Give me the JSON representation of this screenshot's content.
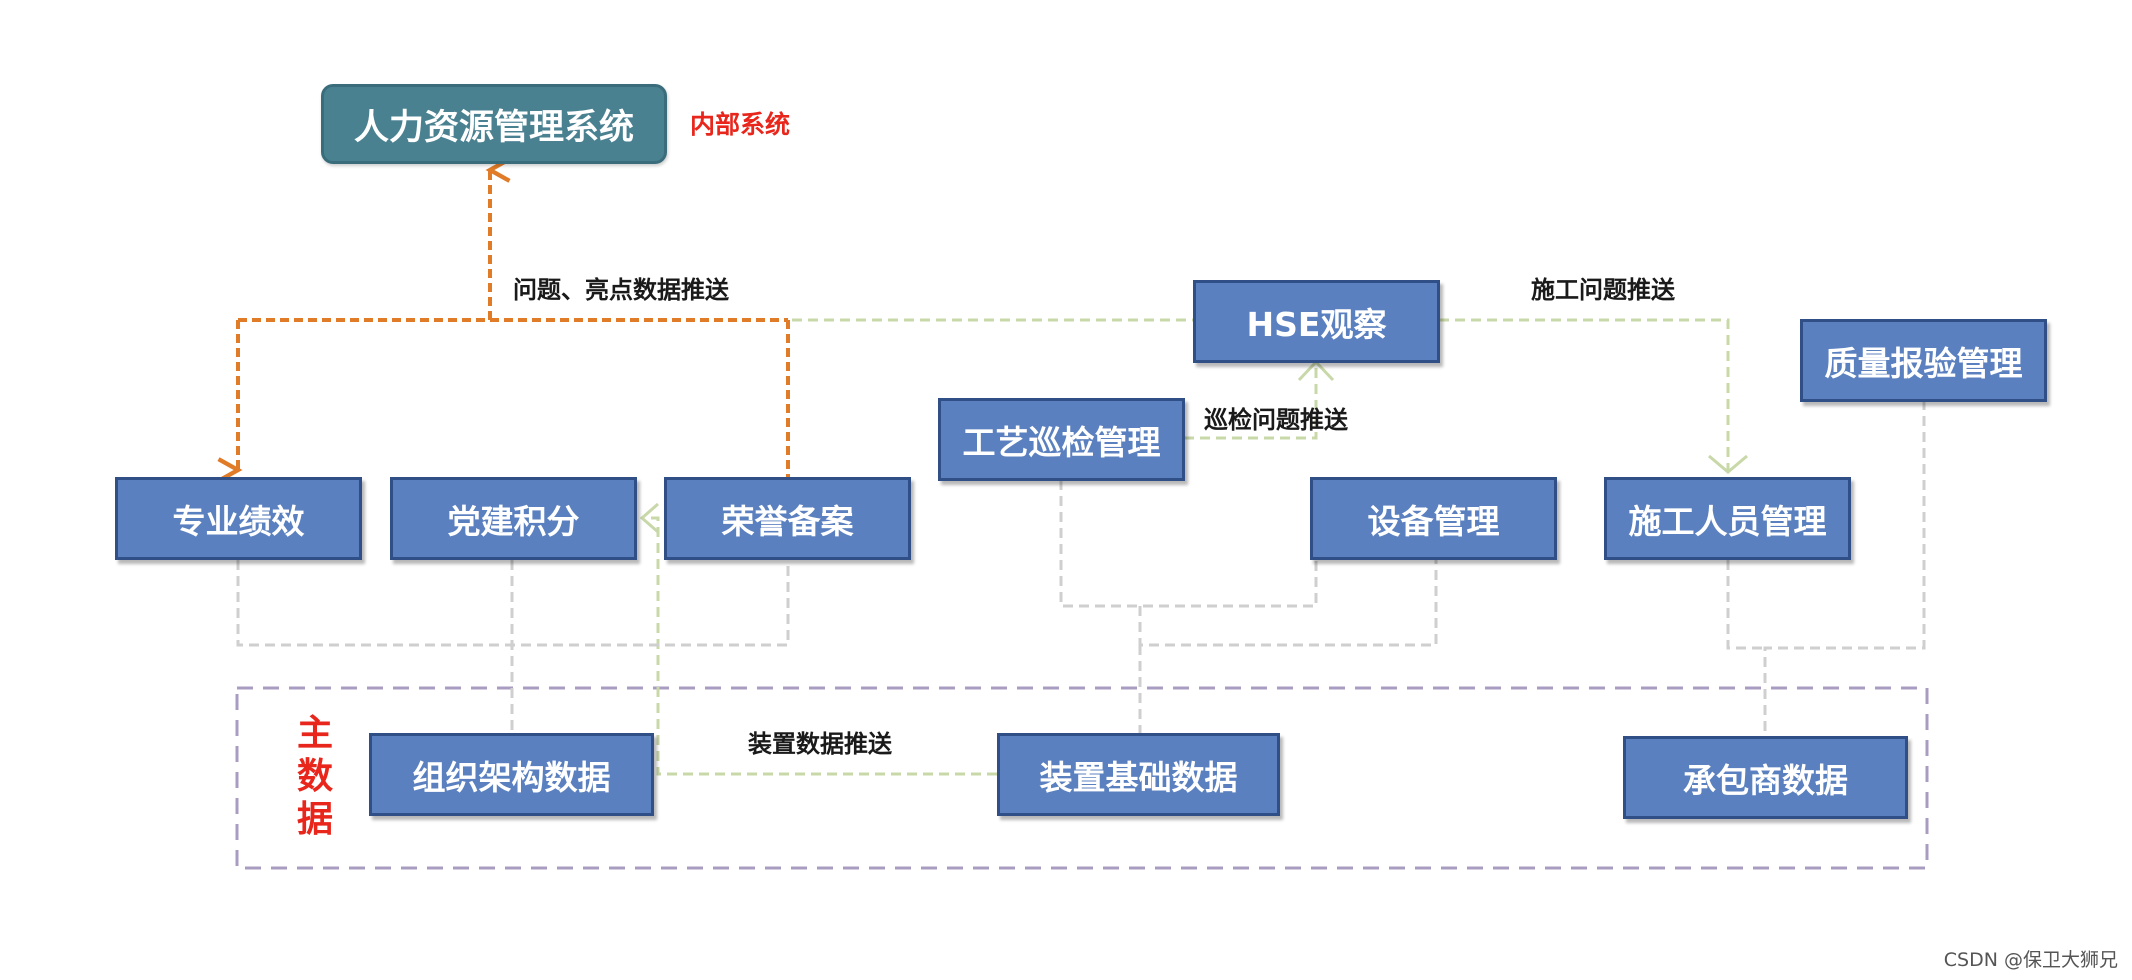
{
  "boxes": {
    "hr": "人力资源管理系统",
    "perf": "专业绩效",
    "party": "党建积分",
    "honor": "荣誉备案",
    "craft": "工艺巡检管理",
    "hse": "HSE观察",
    "equip": "设备管理",
    "staff": "施工人员管理",
    "quality": "质量报验管理",
    "org": "组织架构数据",
    "device": "装置基础数据",
    "contractor": "承包商数据"
  },
  "labels": {
    "internal": "内部系统",
    "push_issues": "问题、亮点数据推送",
    "construction_push": "施工问题推送",
    "inspection_push": "巡检问题推送",
    "device_push": "装置数据推送"
  },
  "master_data_chars": [
    "主",
    "数",
    "据"
  ],
  "watermark": "CSDN @保卫大狮兄",
  "colors": {
    "box_fill": "#5b80bf",
    "hr_fill": "#4a8191",
    "orange_arrow": "#e07b28",
    "green_line": "#c8d8a8",
    "gray_line": "#cfcfcf",
    "purple_border": "#a89cc0",
    "red_text": "#e8261c"
  }
}
